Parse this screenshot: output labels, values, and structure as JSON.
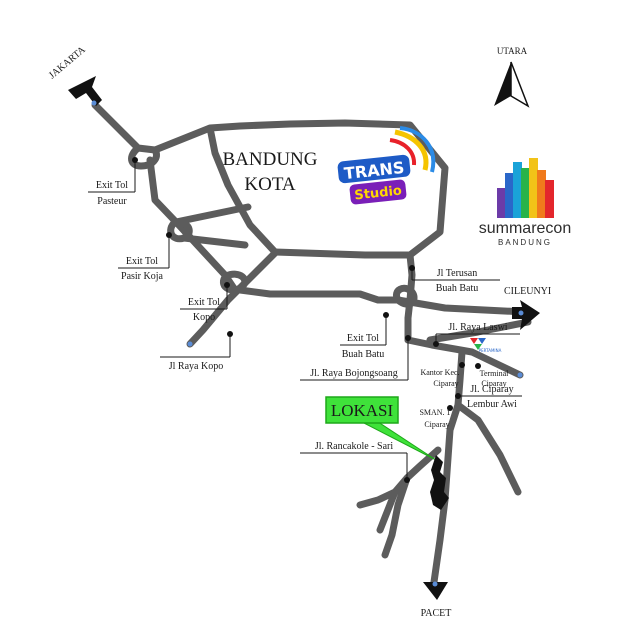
{
  "colors": {
    "road": "#5c5c5c",
    "arrow": "#111111",
    "lokasi_fill": "#3fe23a",
    "lokasi_stroke": "#1fa81a",
    "site_fill": "#111111",
    "text": "#1a1a1a"
  },
  "city": {
    "line1": "BANDUNG",
    "line2": "KOTA"
  },
  "trans_studio": {
    "top": "TRANS",
    "bottom": "Studio"
  },
  "compass": {
    "label": "UTARA",
    "icon": "north-arrow-icon"
  },
  "summarecon": {
    "name": "summarecon",
    "city": "BANDUNG"
  },
  "directions": {
    "jakarta": "JAKARTA",
    "cileunyi": "CILEUNYI",
    "pacet": "PACET"
  },
  "lokasi": "LOKASI",
  "labels": {
    "exit_pasteur": [
      "Exit Tol",
      "Pasteur"
    ],
    "exit_pasir_koja": [
      "Exit Tol",
      "Pasir Koja"
    ],
    "exit_kopo": [
      "Exit Tol",
      "Kopo"
    ],
    "jl_raya_kopo": "Jl Raya Kopo",
    "jl_terusan_buah_batu": [
      "Jl Terusan",
      "Buah Batu"
    ],
    "exit_buah_batu": [
      "Exit Tol",
      "Buah Batu"
    ],
    "jl_raya_bojongsoang": "Jl. Raya Bojongsoang",
    "jl_raya_laswi": "Jl. Raya Laswi",
    "pertamina": "PERTAMINA",
    "kantor_kec_ciparay": [
      "Kantor Kec.",
      "Ciparay"
    ],
    "terminal_ciparay": [
      "Terminal",
      "Ciparay"
    ],
    "sman_ciparay": [
      "SMAN. 1",
      "Ciparay"
    ],
    "jl_ciparay_lembur_awi": [
      "Jl. Ciparay",
      "Lembur Awi"
    ],
    "jl_rancakole_sari": "Jl. Rancakole - Sari"
  }
}
